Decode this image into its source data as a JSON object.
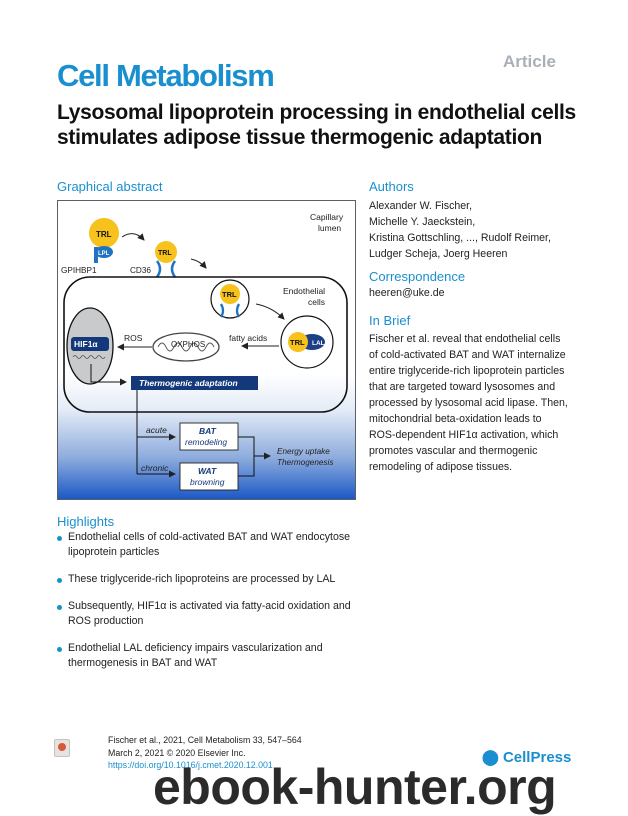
{
  "header": {
    "article_tag": "Article",
    "journal_name": "Cell Metabolism",
    "title": "Lysosomal lipoprotein processing in endothelial cells stimulates adipose tissue thermogenic adaptation"
  },
  "graphical_abstract": {
    "heading": "Graphical abstract",
    "labels": {
      "capillary_lumen_1": "Capillary",
      "capillary_lumen_2": "lumen",
      "trl": "TRL",
      "lpl": "LPL",
      "gpihbp1": "GPIHBP1",
      "cd36": "CD36",
      "endothelial_1": "Endothelial",
      "endothelial_2": "cells",
      "ros": "ROS",
      "oxphos": "OXPHOS",
      "fatty_acids": "fatty acids",
      "lal": "LAL",
      "hif1a": "HIF1α",
      "thermogenic_adaptation": "Thermogenic adaptation",
      "acute": "acute",
      "chronic": "chronic",
      "bat": "BAT",
      "remodeling": "remodeling",
      "wat": "WAT",
      "browning": "browning",
      "energy_uptake": "Energy uptake",
      "thermogenesis": "Thermogenesis"
    },
    "colors": {
      "trl_yellow": "#f6c21b",
      "receptor_blue": "#1f73c2",
      "dark_blue": "#14397a",
      "nucleus_gray": "#c9cacb",
      "background_blue": "#1c59c6"
    }
  },
  "highlights": {
    "heading": "Highlights",
    "items": [
      "Endothelial cells of cold-activated BAT and WAT endocytose lipoprotein particles",
      "These triglyceride-rich lipoproteins are processed by LAL",
      "Subsequently, HIF1α is activated via fatty-acid oxidation and ROS production",
      "Endothelial LAL deficiency impairs vascularization and thermogenesis in BAT and WAT"
    ]
  },
  "authors": {
    "heading": "Authors",
    "lines": [
      "Alexander W. Fischer,",
      "Michelle Y. Jaeckstein,",
      "Kristina Gottschling, ..., Rudolf Reimer,",
      "Ludger Scheja, Joerg Heeren"
    ]
  },
  "correspondence": {
    "heading": "Correspondence",
    "email": "heeren@uke.de"
  },
  "in_brief": {
    "heading": "In Brief",
    "text": "Fischer et al. reveal that endothelial cells of cold-activated BAT and WAT internalize entire triglyceride-rich lipoprotein particles that are targeted toward lysosomes and processed by lysosomal acid lipase. Then, mitochondrial beta-oxidation leads to ROS-dependent HIF1α activation, which promotes vascular and thermogenic remodeling of adipose tissues."
  },
  "footer": {
    "citation": "Fischer et al., 2021, Cell Metabolism 33, 547–564",
    "date": "March 2, 2021 © 2020 Elsevier Inc.",
    "doi": "https://doi.org/10.1016/j.cmet.2020.12.001",
    "publisher": "CellPress",
    "watermark": "ebook-hunter.org",
    "updates_icon": "check-for-updates-icon"
  }
}
